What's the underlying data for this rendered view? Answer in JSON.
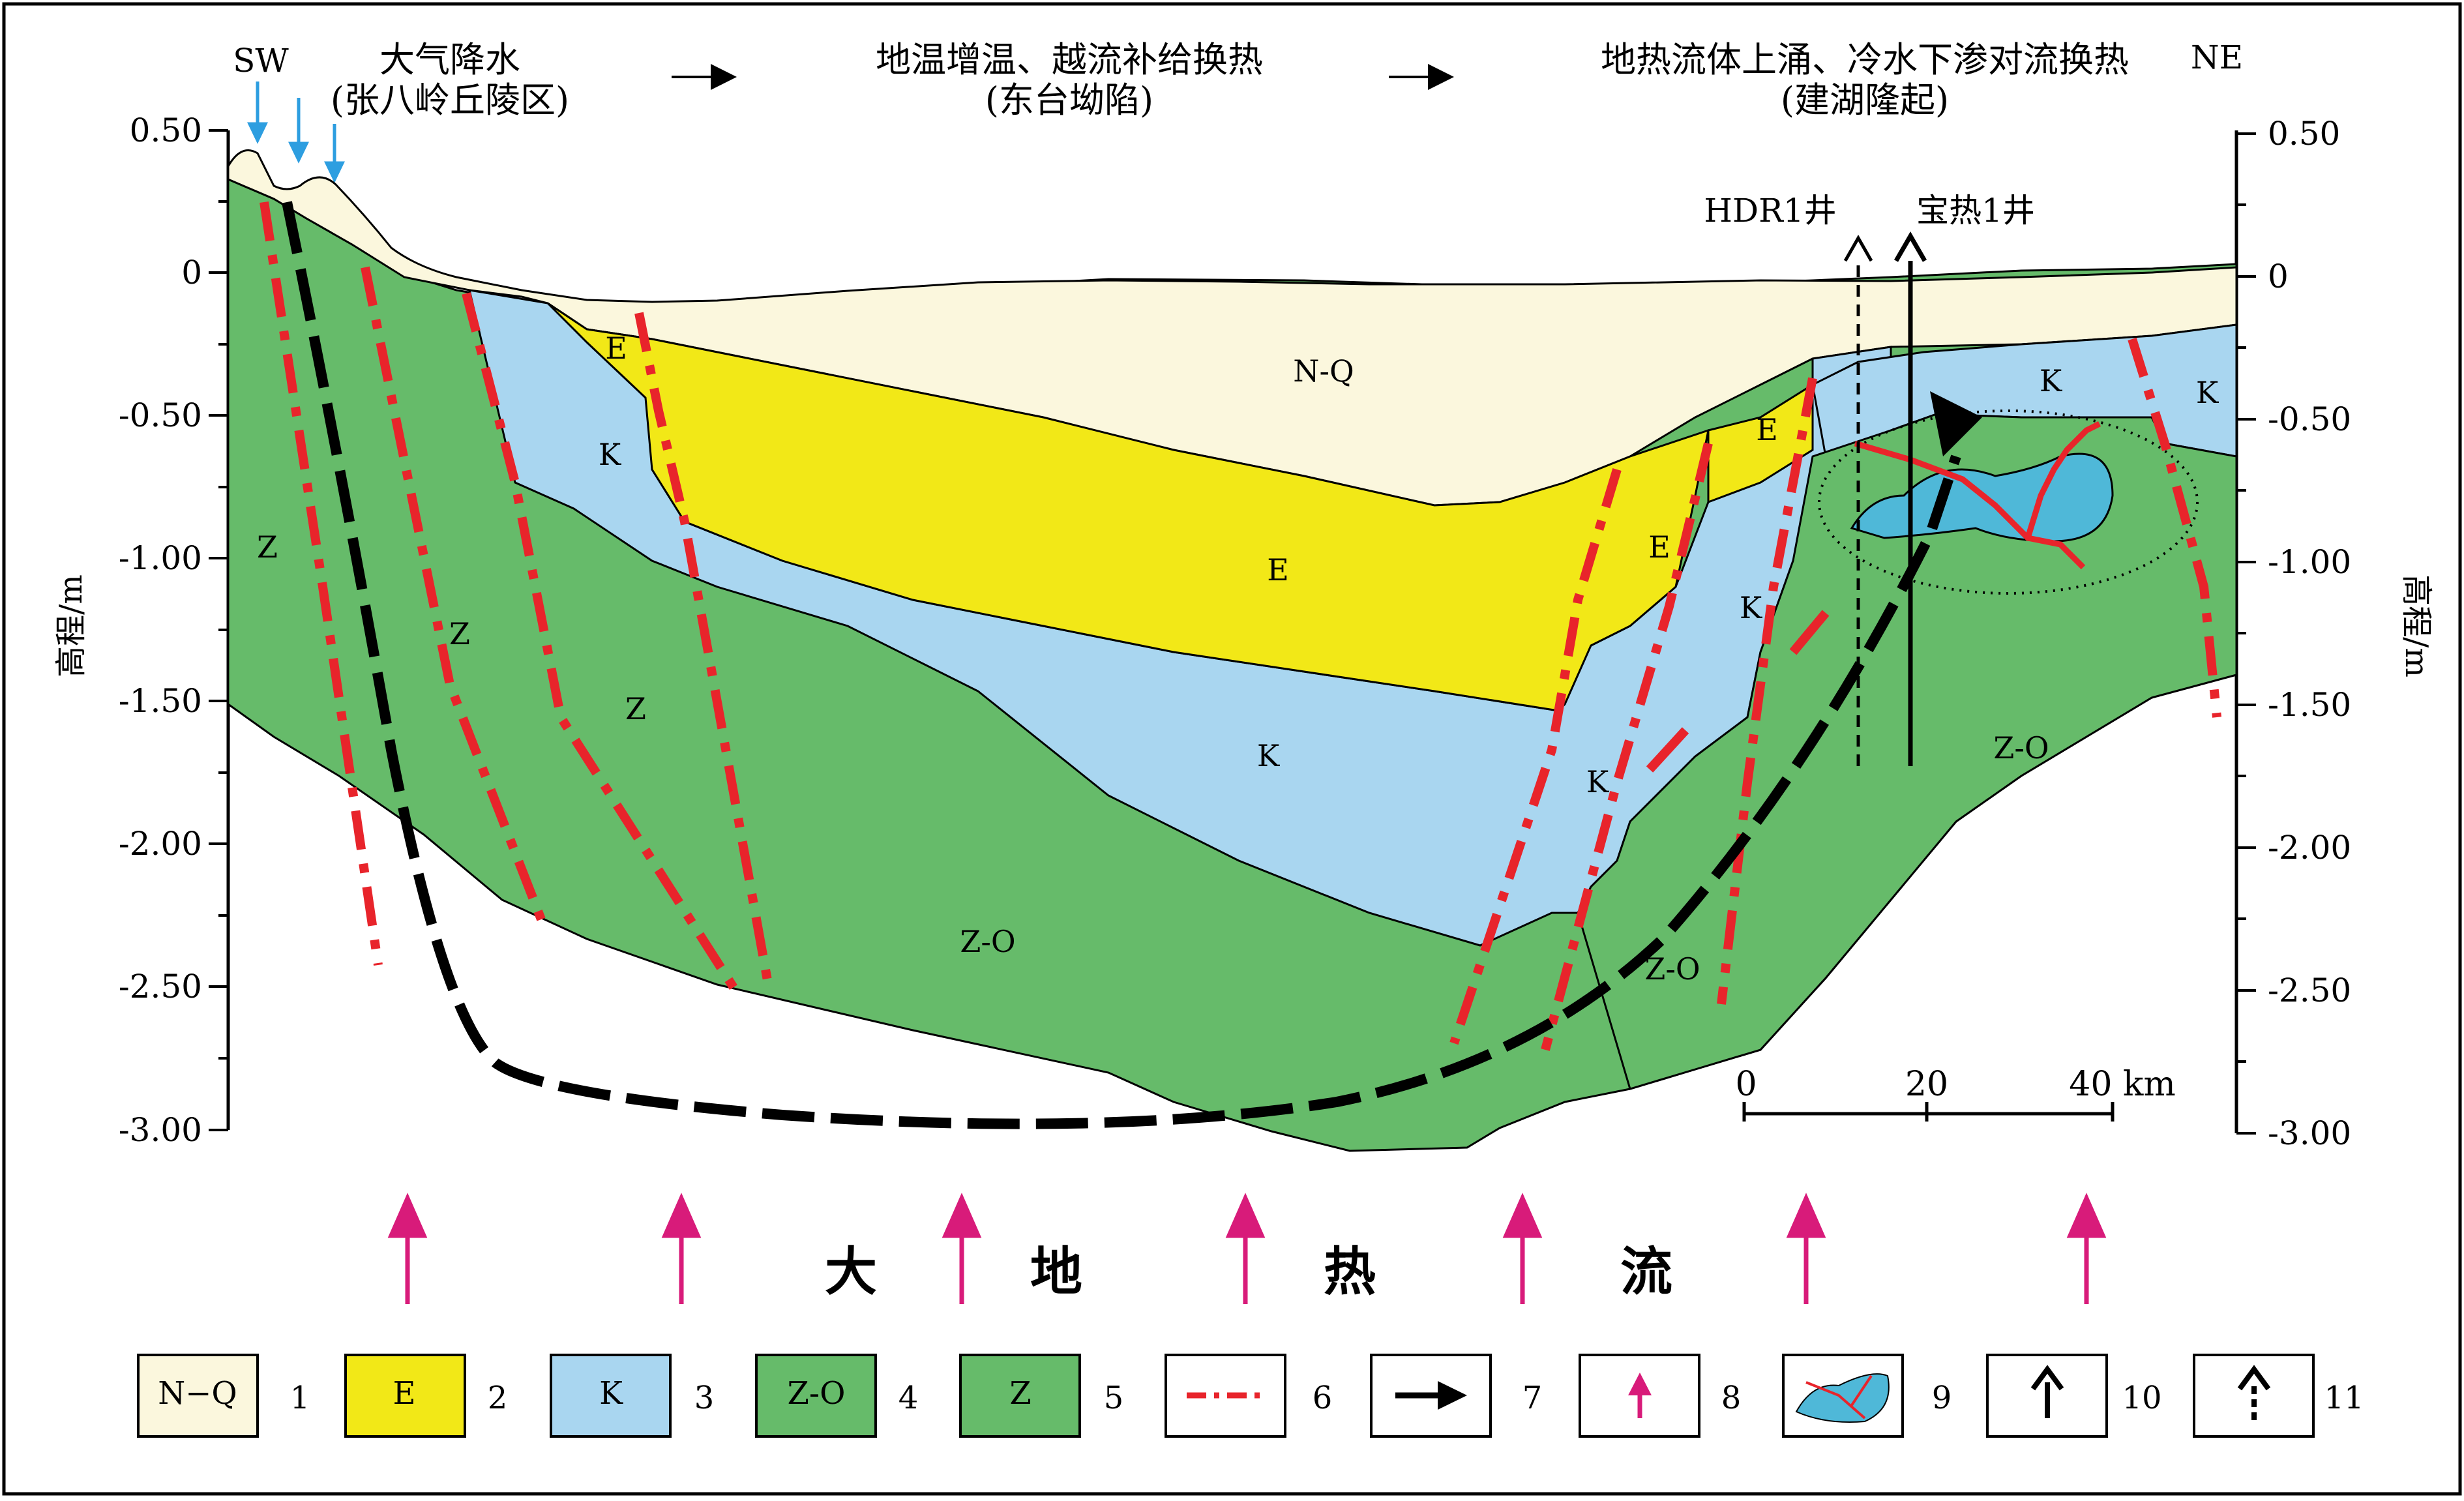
{
  "header": {
    "sw": "SW",
    "ne": "NE",
    "stage1_line1": "大气降水",
    "stage1_line2": "(张八岭丘陵区)",
    "stage2_line1": "地温增温、越流补给换热",
    "stage2_line2": "(东台坳陷)",
    "stage3_line1": "地热流体上涌、冷水下渗对流换热",
    "stage3_line2": "(建湖隆起)"
  },
  "axis": {
    "left_label": "高程/m",
    "right_label": "高程/m",
    "ticks": [
      "0.50",
      "0",
      "-0.50",
      "-1.00",
      "-1.50",
      "-2.00",
      "-2.50",
      "-3.00"
    ],
    "range": [
      0.5,
      -3.0
    ]
  },
  "wells": {
    "hdr1": "HDR1井",
    "baore1": "宝热1井"
  },
  "layers": {
    "nq": "N-Q",
    "e1": "E",
    "e2": "E",
    "e3": "E",
    "e4": "E",
    "k1": "K",
    "k2": "K",
    "k3": "K",
    "k4": "K",
    "k5": "K",
    "k6": "K",
    "z1": "Z",
    "z2": "Z",
    "z3": "Z",
    "zo1": "Z-O",
    "zo2": "Z-O",
    "zo3": "Z-O"
  },
  "scale": {
    "t0": "0",
    "t20": "20",
    "t40": "40 km"
  },
  "heatflow": {
    "c1": "大",
    "c2": "地",
    "c3": "热",
    "c4": "流"
  },
  "legend": {
    "items": [
      {
        "num": "1",
        "label": "N−Q",
        "color": "#fbf7dd"
      },
      {
        "num": "2",
        "label": "E",
        "color": "#f2e817"
      },
      {
        "num": "3",
        "label": "K",
        "color": "#a9d6f0"
      },
      {
        "num": "4",
        "label": "Z-O",
        "color": "#66bb6a"
      },
      {
        "num": "5",
        "label": "Z",
        "color": "#66bb6a"
      },
      {
        "num": "6",
        "label": ""
      },
      {
        "num": "7",
        "label": ""
      },
      {
        "num": "8",
        "label": ""
      },
      {
        "num": "9",
        "label": ""
      },
      {
        "num": "10",
        "label": ""
      },
      {
        "num": "11",
        "label": ""
      }
    ]
  },
  "colors": {
    "nq": "#fbf7dd",
    "e": "#f2e817",
    "k": "#a9d6f0",
    "zo": "#66bb6a",
    "fault": "#e8242b",
    "heat_arrow": "#d81b7a",
    "rain": "#2d9ee0",
    "reservoir": "#4fb8d8"
  }
}
